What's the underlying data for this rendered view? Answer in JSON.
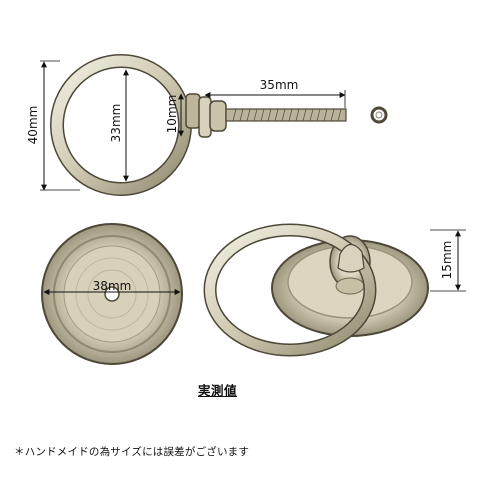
{
  "dimensions": {
    "ring_outer_height": "40mm",
    "ring_inner_height": "33mm",
    "bolt_length": "35mm",
    "collar_diameter": "10mm",
    "base_diameter": "38mm",
    "assembled_height": "15mm"
  },
  "caption": "実測値",
  "note": "＊ハンドメイドの為サイズには誤差がございます",
  "colors": {
    "metal_light": "#eeeadb",
    "metal_mid": "#c8c2a8",
    "metal_dark": "#7c7660",
    "line": "#222222"
  }
}
